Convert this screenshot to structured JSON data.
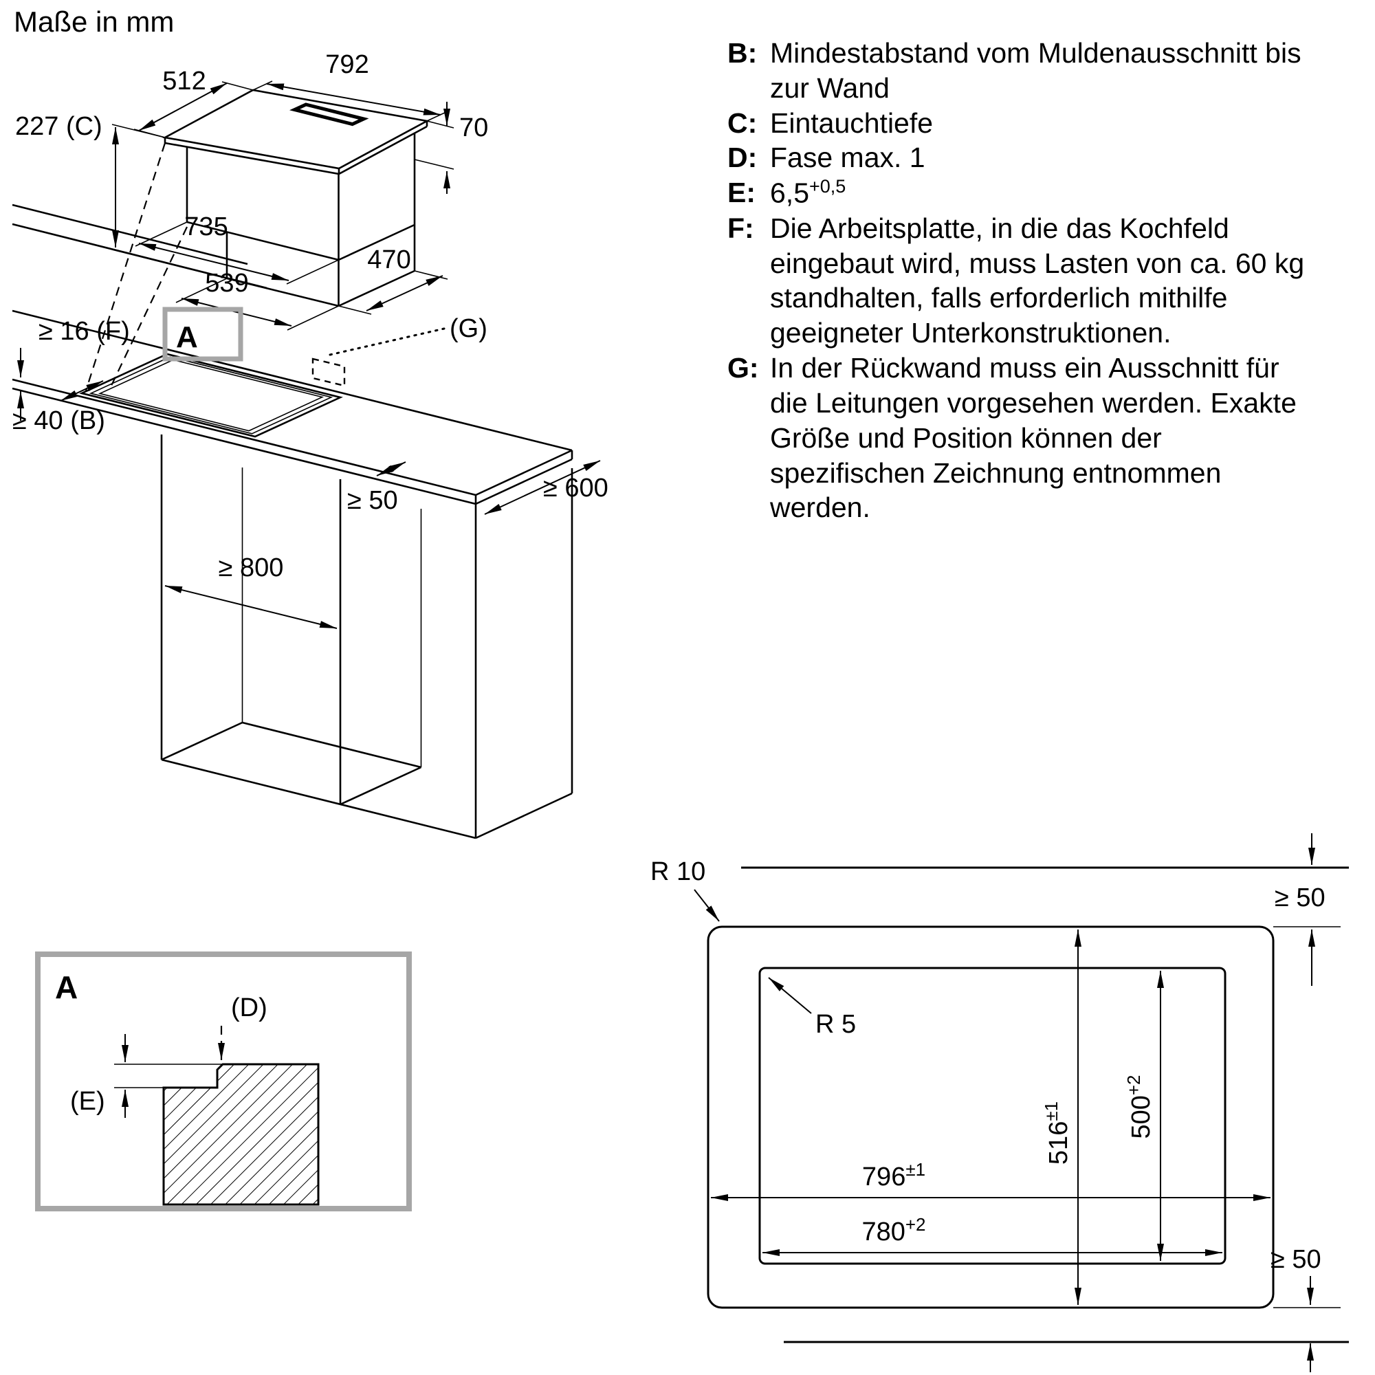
{
  "title": "Maße in mm",
  "legend": [
    {
      "key": "B:",
      "text": "Mindestabstand vom Muldenausschnitt bis zur Wand"
    },
    {
      "key": "C:",
      "text": "Eintauchtiefe"
    },
    {
      "key": "D:",
      "text": "Fase max. 1"
    },
    {
      "key": "E:",
      "text": "6,5",
      "sup": "+0,5"
    },
    {
      "key": "F:",
      "text": "Die Arbeitsplatte, in die das Kochfeld eingebaut wird, muss Lasten von ca. 60 kg standhalten, falls erforderlich mithilfe geeigneter Unterkonstruktionen."
    },
    {
      "key": "G:",
      "text": "In der Rückwand muss ein Ausschnitt für die Leitungen vorgesehen werden. Exakte Größe und Position können der spezifischen Zeichnung entnommen werden."
    }
  ],
  "hob_dims": {
    "depth_top": "512",
    "width_top": "792",
    "height_left": "227 (C)",
    "height_right": "70",
    "base_width": "735",
    "duct_width": "539",
    "duct_depth": "470"
  },
  "counter_dims": {
    "worktop_thickness": "≥ 16 (F)",
    "wall_distance": "≥ 40 (B)",
    "detail_marker": "A",
    "rear_cutout": "(G)",
    "front_distance": "≥ 50",
    "counter_depth": "≥ 600",
    "cabinet_width": "≥ 800"
  },
  "detail_a": {
    "label": "A",
    "chamfer": "(D)",
    "depth": "(E)"
  },
  "cutout": {
    "outer_radius": "R 10",
    "inner_radius": "R 5",
    "top_clearance": "≥ 50",
    "bottom_clearance": "≥ 50",
    "outer_width": "796",
    "outer_width_tol": "±1",
    "inner_width": "780",
    "inner_width_tol": "+2",
    "outer_height": "516",
    "outer_height_tol": "±1",
    "inner_height": "500",
    "inner_height_tol": "+2"
  }
}
